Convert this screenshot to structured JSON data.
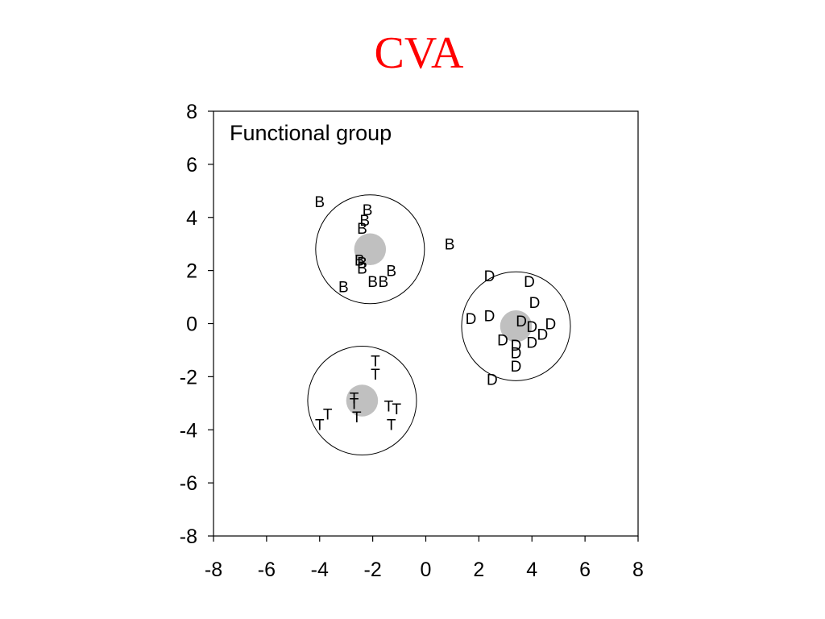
{
  "slide": {
    "title": "CVA",
    "title_color": "#ff0000"
  },
  "chart_data": {
    "type": "scatter",
    "title": "",
    "xlabel": "",
    "ylabel": "",
    "xlim": [
      -8,
      8
    ],
    "ylim": [
      -8,
      8
    ],
    "xticks": [
      -8,
      -6,
      -4,
      -2,
      0,
      2,
      4,
      6,
      8
    ],
    "yticks": [
      -8,
      -6,
      -4,
      -2,
      0,
      2,
      4,
      6,
      8
    ],
    "grid": false,
    "annotation": "Functional group",
    "centroid_color": "#c0c0c0",
    "series": [
      {
        "label": "B",
        "centroid": [
          -2.1,
          2.8
        ],
        "circle_radius": 2.05,
        "points": [
          [
            -4.0,
            4.6
          ],
          [
            -2.2,
            4.3
          ],
          [
            -2.3,
            3.9
          ],
          [
            -2.4,
            3.6
          ],
          [
            0.9,
            3.0
          ],
          [
            -2.5,
            2.4
          ],
          [
            -2.4,
            2.3
          ],
          [
            -2.4,
            2.1
          ],
          [
            -1.3,
            2.0
          ],
          [
            -1.6,
            1.6
          ],
          [
            -2.0,
            1.6
          ],
          [
            -3.1,
            1.4
          ]
        ]
      },
      {
        "label": "D",
        "centroid": [
          3.4,
          -0.1
        ],
        "circle_radius": 2.05,
        "points": [
          [
            2.4,
            1.8
          ],
          [
            3.9,
            1.6
          ],
          [
            4.1,
            0.8
          ],
          [
            1.7,
            0.2
          ],
          [
            2.4,
            0.3
          ],
          [
            3.6,
            0.1
          ],
          [
            4.7,
            0.0
          ],
          [
            4.0,
            -0.1
          ],
          [
            4.4,
            -0.4
          ],
          [
            2.9,
            -0.6
          ],
          [
            3.4,
            -0.8
          ],
          [
            4.0,
            -0.7
          ],
          [
            3.4,
            -1.1
          ],
          [
            3.4,
            -1.6
          ],
          [
            2.5,
            -2.1
          ]
        ]
      },
      {
        "label": "T",
        "centroid": [
          -2.4,
          -2.9
        ],
        "circle_radius": 2.05,
        "points": [
          [
            -1.9,
            -1.4
          ],
          [
            -1.9,
            -1.9
          ],
          [
            -2.7,
            -2.8
          ],
          [
            -2.7,
            -3.0
          ],
          [
            -1.4,
            -3.1
          ],
          [
            -1.1,
            -3.2
          ],
          [
            -3.7,
            -3.4
          ],
          [
            -2.6,
            -3.5
          ],
          [
            -4.0,
            -3.8
          ],
          [
            -1.3,
            -3.8
          ]
        ]
      }
    ]
  }
}
